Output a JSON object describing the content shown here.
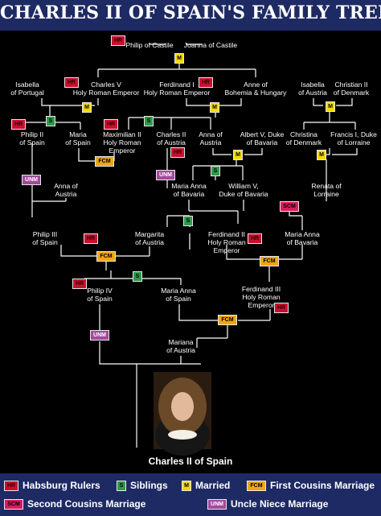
{
  "title": "CHARLES II OF SPAIN'S FAMILY TREE",
  "colors": {
    "header_bg": "#1e2a63",
    "habsburg_rulers": "#c8102e",
    "siblings": "#2e9a4a",
    "married": "#f5d800",
    "first_cousins_marriage": "#f2a516",
    "second_cousins_marriage": "#d81b60",
    "uncle_niece_marriage": "#a34a9c"
  },
  "people": {
    "philip_castile": "Philip of Castile",
    "joanna_castile": "Joanna of Castile",
    "isabella_portugal": [
      "Isabella",
      "of Portugal"
    ],
    "charles_v": [
      "Charles V",
      "Holy Roman Emperor"
    ],
    "ferdinand_i": [
      "Ferdinand I",
      "Holy Roman Emperor"
    ],
    "anne_bohemia": [
      "Anne of",
      "Bohemia & Hungary"
    ],
    "isabella_austria": [
      "Isabella",
      "of Austria"
    ],
    "christian_ii": [
      "Christian II",
      "of Denmark"
    ],
    "philip_ii": [
      "Philip II",
      "of Spain"
    ],
    "maria_spain": [
      "Maria",
      "of Spain"
    ],
    "maximilian_ii": [
      "Maximilian II",
      "Holy Roman",
      "Emperor"
    ],
    "charles_ii_austria": [
      "Charles II",
      "of Austria"
    ],
    "anna_austria_1": [
      "Anna of",
      "Austria"
    ],
    "albert_v": [
      "Albert V, Duke",
      "of Bavaria"
    ],
    "christina_denmark": [
      "Christina",
      "of Denmark"
    ],
    "francis_i": [
      "Francis I, Duke",
      "of Lorraine"
    ],
    "anna_austria_2": [
      "Anna of",
      "Austria"
    ],
    "maria_anna_bavaria_1": [
      "Maria Anna",
      "of Bavaria"
    ],
    "william_v": [
      "William V,",
      "Duke of Bavaria"
    ],
    "renata_lorraine": [
      "Renata of",
      "Lorraine"
    ],
    "philip_iii": [
      "Philip III",
      "of Spain"
    ],
    "margarita_austria": [
      "Margarita",
      "of Austria"
    ],
    "ferdinand_ii": [
      "Ferdinand II",
      "Holy Roman",
      "Emperor"
    ],
    "maria_anna_bavaria_2": [
      "Maria Anna",
      "of Bavaria"
    ],
    "philip_iv": [
      "Philip IV",
      "of Spain"
    ],
    "maria_anna_spain": [
      "Maria Anna",
      "of Spain"
    ],
    "ferdinand_iii": [
      "Ferdinand III",
      "Holy Roman",
      "Emperor"
    ],
    "mariana_austria": [
      "Mariana",
      "of Austria"
    ],
    "charles_ii_spain": "Charles II of Spain"
  },
  "badges": {
    "hr": "HR",
    "m": "M",
    "s": "S",
    "fcm": "FCM",
    "scm": "SCM",
    "unm": "UNM"
  },
  "legend": {
    "hr": "Habsburg Rulers",
    "s": "Siblings",
    "m": "Married",
    "fcm": "First Cousins Marriage",
    "scm": "Second Cousins Marriage",
    "unm": "Uncle Niece Marriage"
  }
}
